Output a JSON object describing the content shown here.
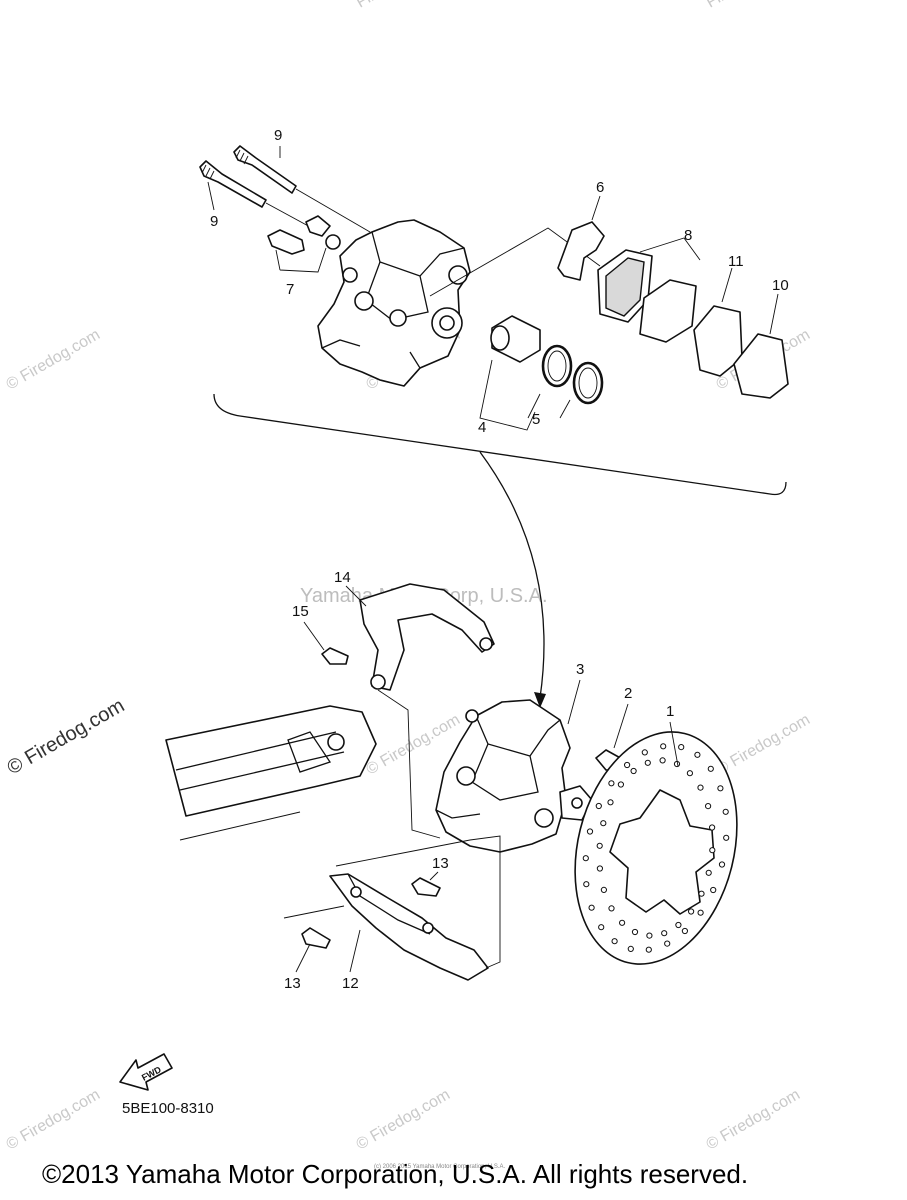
{
  "callouts": {
    "c1": "1",
    "c2": "2",
    "c3": "3",
    "c4": "4",
    "c5": "5",
    "c6": "6",
    "c7": "7",
    "c8": "8",
    "c9a": "9",
    "c9b": "9",
    "c10": "10",
    "c11": "11",
    "c12": "12",
    "c13a": "13",
    "c13b": "13",
    "c14": "14",
    "c15": "15"
  },
  "watermarks": {
    "center": "Yamaha Motor Corp, U.S.A.",
    "firedog": "© Firedog.com",
    "firedog_short": "Firedog.com",
    "tiny_footer": "(c) 2006 2015 Yamaha Motor Corporation, U.S.A."
  },
  "fwd_label": "FWD",
  "diagram_code": "5BE100-8310",
  "copyright": "©2013 Yamaha Motor Corporation, U.S.A. All rights reserved.",
  "colors": {
    "ink": "#111111",
    "watermark": "#c9c9c9",
    "background": "#ffffff"
  }
}
